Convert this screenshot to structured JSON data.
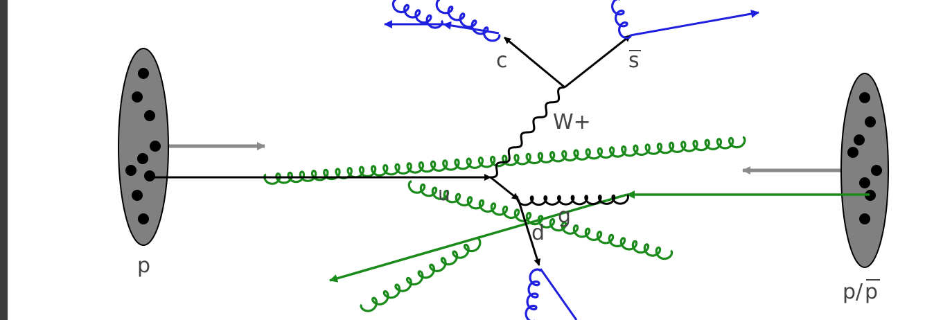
{
  "labels": {
    "proton": "p",
    "antiproton": "p/",
    "antiproton_bar": "p",
    "c_quark": "c",
    "s_bar_quark": "s",
    "w_boson": "W+",
    "u_quark": "u",
    "gluon": "g",
    "d_quark": "d"
  },
  "colors": {
    "hadron_fill": "#808080",
    "parton_dot": "#000000",
    "black_line": "#000000",
    "gray_arrow": "#8a8a8a",
    "green": "#1a8a1a",
    "blue": "#1f1fe0",
    "left_bar": "#3c3c3c"
  }
}
